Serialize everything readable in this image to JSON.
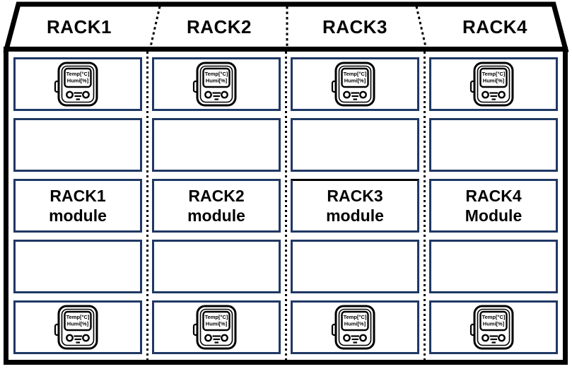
{
  "racks": [
    {
      "header": "RACK1",
      "module_line1": "RACK1",
      "module_line2": "module"
    },
    {
      "header": "RACK2",
      "module_line1": "RACK2",
      "module_line2": "module"
    },
    {
      "header": "RACK3",
      "module_line1": "RACK3",
      "module_line2": "module"
    },
    {
      "header": "RACK4",
      "module_line1": "RACK4",
      "module_line2": "Module"
    }
  ],
  "sensor": {
    "display_line1": "Temp[°C]",
    "display_line2": "Humi[%]",
    "icon": "temp-humi-sensor-icon"
  },
  "colors": {
    "box_border": "#1f3864",
    "outline": "#000000",
    "background": "#ffffff",
    "text": "#000000",
    "rack3_module_top_border": "#000000"
  }
}
